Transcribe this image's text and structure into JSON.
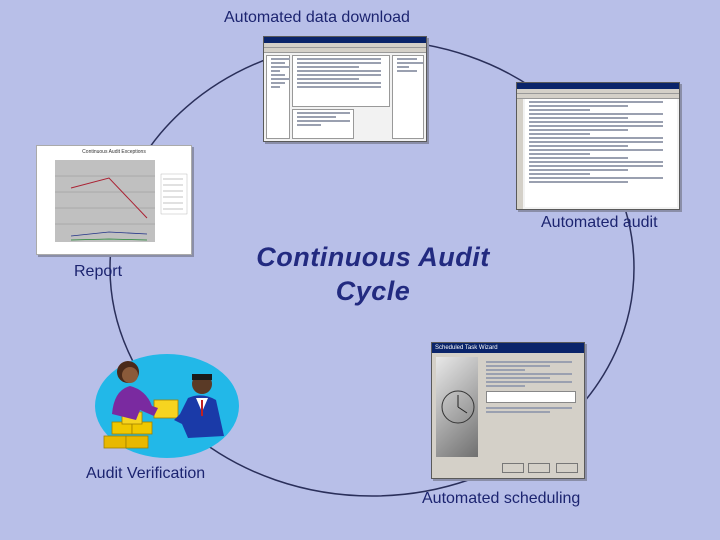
{
  "diagram": {
    "title_line1": "Continuous Audit",
    "title_line2": "Cycle",
    "labels": {
      "download": "Automated data download",
      "audit": "Automated audit",
      "scheduling": "Automated scheduling",
      "verification": "Audit Verification",
      "report": "Report"
    },
    "chart_thumb_title": "Continuous Audit Exceptions",
    "wizard_thumb_title": "Scheduled Task Wizard"
  },
  "colors": {
    "background": "#b8bfe8",
    "label_text": "#1c2470",
    "cycle_line": "#2a2f5a"
  }
}
